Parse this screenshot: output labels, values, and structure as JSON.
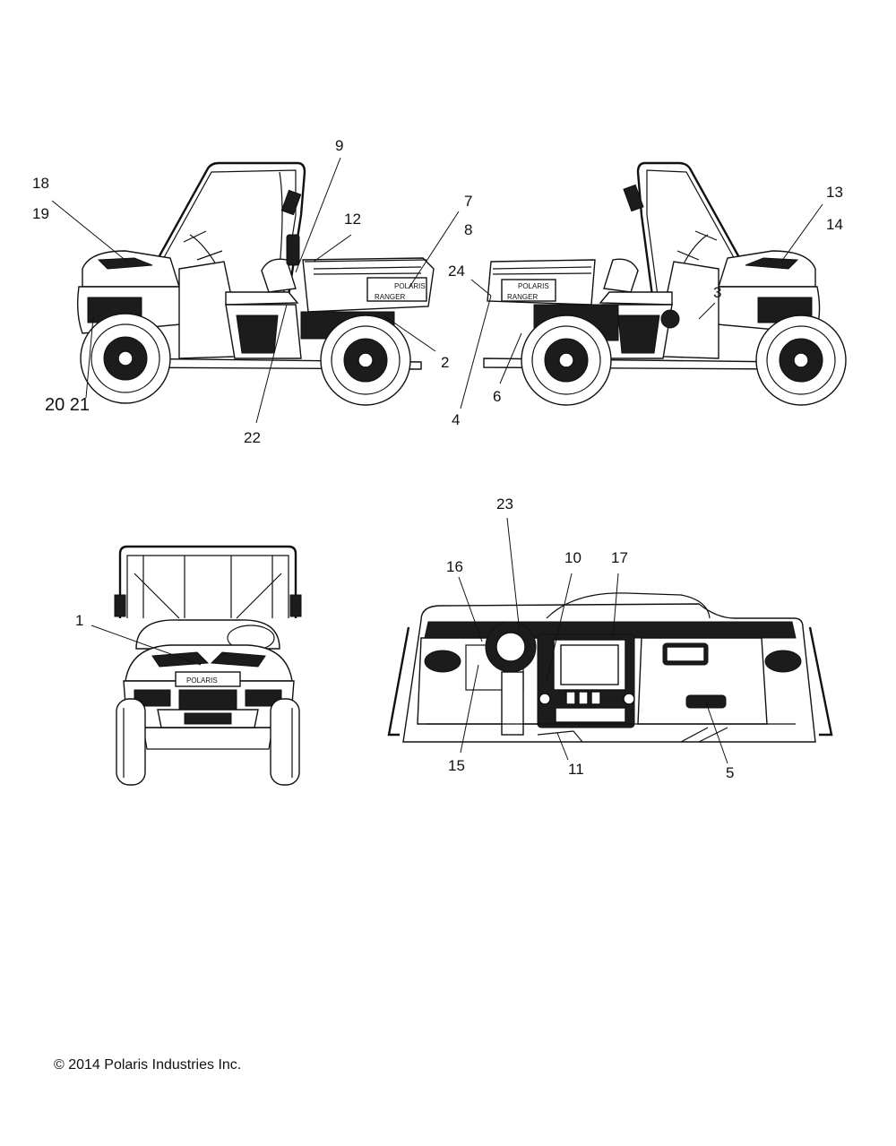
{
  "callouts": {
    "c1": "1",
    "c2": "2",
    "c3": "3",
    "c4": "4",
    "c5": "5",
    "c6": "6",
    "c7": "7",
    "c8": "8",
    "c9": "9",
    "c10": "10",
    "c11": "11",
    "c12": "12",
    "c13": "13",
    "c14": "14",
    "c15": "15",
    "c16": "16",
    "c17": "17",
    "c18": "18",
    "c19": "19",
    "c2021": "20 21",
    "c22": "22",
    "c23": "23",
    "c24": "24"
  },
  "vehicle_text": {
    "left_bed_brand": "POLARIS",
    "left_bed_model": "RANGER",
    "right_bed_brand": "POLARIS",
    "right_bed_model": "RANGER",
    "front_grille_brand": "POLARIS"
  },
  "footer": {
    "copyright": "© 2014 Polaris Industries Inc."
  }
}
